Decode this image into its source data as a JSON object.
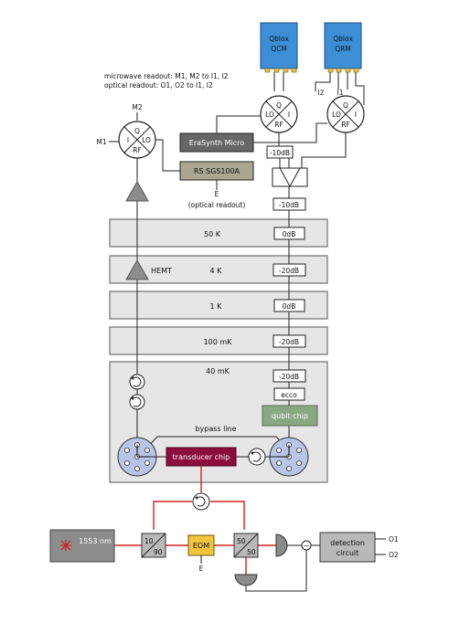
{
  "readout_note": {
    "line1": "microwave readout: M1, M2 to I1, I2",
    "line2": "optical readout: O1, O2 to I1, I2"
  },
  "instruments": {
    "qcm": {
      "line1": "Qblox",
      "line2": "QCM",
      "color": "#3c8fd6"
    },
    "qrm": {
      "line1": "Qblox",
      "line2": "QRM",
      "color": "#3c8fd6"
    },
    "erasynth": "EraSynth Micro",
    "rs_sgs": "RS SGS100A"
  },
  "mixer_ports": {
    "q": "Q",
    "i": "I",
    "lo": "LO",
    "rf": "RF"
  },
  "port_labels": {
    "m1": "M1",
    "m2": "M2",
    "i1": "I1",
    "i2": "I2",
    "e_top": "E",
    "e_bottom": "E",
    "o1": "O1",
    "o2": "O2"
  },
  "optical_readout_label": "(optical readout)",
  "stages": {
    "s50k": "50 K",
    "s4k": "4 K",
    "s1k": "1 K",
    "s100mk": "100 mK",
    "s40mk": "40 mK"
  },
  "attenuators": {
    "room1": "-10dB",
    "room2": "-10dB",
    "a50k": "0dB",
    "a4k": "-20dB",
    "a1k": "0dB",
    "a100mk": "-20dB",
    "a40mk": "-20dB"
  },
  "hemt_label": "HEMT",
  "ecco_label": "ecco",
  "qubit_chip": {
    "label": "qubit chip",
    "color": "#8aa882"
  },
  "bypass_label": "bypass line",
  "transducer_chip": {
    "label": "transducer chip",
    "color": "#8b0d3a"
  },
  "laser_label": "1553 nm",
  "bs1": {
    "top": "10",
    "bottom": "90"
  },
  "bs2": {
    "top": "50",
    "bottom": "50"
  },
  "eom_label": "EOM",
  "eom_color": "#f2c53d",
  "detection": {
    "line1": "detection",
    "line2": "circuit"
  },
  "minus_symbol": "−"
}
